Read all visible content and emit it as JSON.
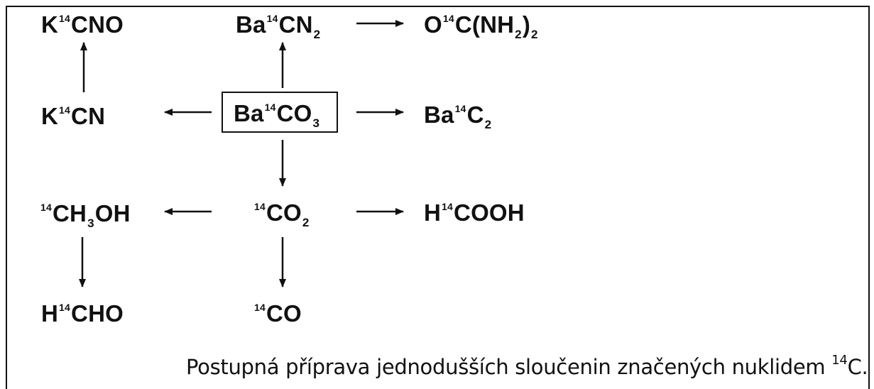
{
  "nodes": {
    "k_cyanate": [
      "K",
      "14",
      "CNO"
    ],
    "ba_cyanamide": [
      "Ba",
      "14",
      "CN",
      "2"
    ],
    "urea": [
      "O",
      "14",
      "C(NH",
      "2",
      ")",
      "2"
    ],
    "k_cyanide": [
      "K",
      "14",
      "CN"
    ],
    "ba_carbonate": [
      "Ba",
      "14",
      "CO",
      "3"
    ],
    "ba_carbide": [
      "Ba",
      "14",
      "C",
      "2"
    ],
    "methanol": [
      "14",
      "CH",
      "3",
      "OH"
    ],
    "co2": [
      "14",
      "CO",
      "2"
    ],
    "formic_acid": [
      "H",
      "14",
      "COOH"
    ],
    "formaldehyde": [
      "H",
      "14",
      "CHO"
    ],
    "co": [
      "14",
      "CO"
    ]
  },
  "caption": {
    "text": "Postupná příprava jednodušších sloučenin značených nuklidem ",
    "isotope_mass": "14",
    "isotope_symbol": "C."
  },
  "colors": {
    "ink": "#111111",
    "background": "#ffffff"
  }
}
